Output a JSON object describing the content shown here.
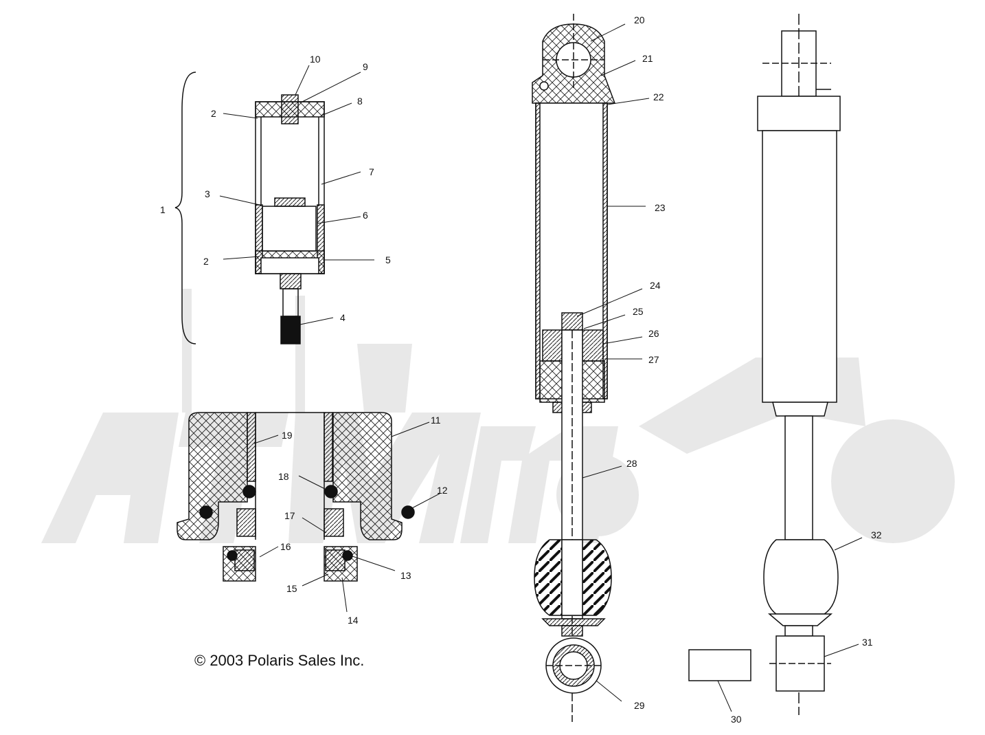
{
  "copyright": "© 2003 Polaris Sales Inc.",
  "watermark_icon": "atv-logo-watermark",
  "colors": {
    "line": "#111111",
    "watermark": "#e6e6e6"
  },
  "callouts": [
    "1",
    "2",
    "2",
    "3",
    "4",
    "5",
    "6",
    "7",
    "8",
    "9",
    "10",
    "11",
    "12",
    "13",
    "14",
    "15",
    "16",
    "17",
    "18",
    "19",
    "20",
    "21",
    "22",
    "23",
    "24",
    "25",
    "26",
    "27",
    "28",
    "29",
    "30",
    "31",
    "32"
  ]
}
